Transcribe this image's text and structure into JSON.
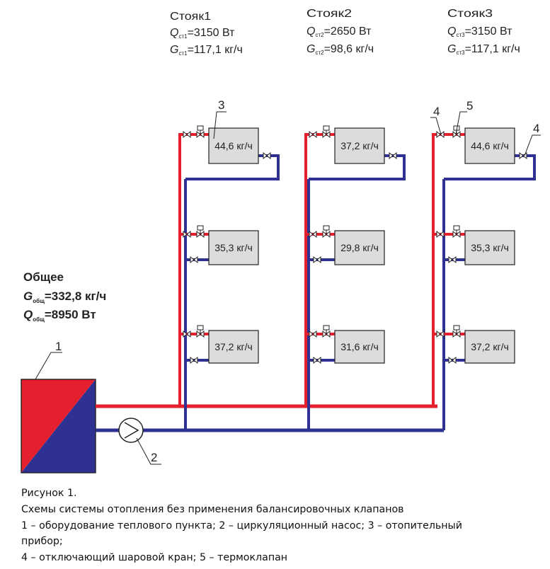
{
  "risers": [
    {
      "title": "Стояк1",
      "q_sym": "Q",
      "q_sub": "ст1",
      "q_val": "=3150 Вт",
      "g_sym": "G",
      "g_sub": "ст1",
      "g_val": "=117,1 кг/ч"
    },
    {
      "title": "Стояк2",
      "q_sym": "Q",
      "q_sub": "ст2",
      "q_val": "=2650 Вт",
      "g_sym": "G",
      "g_sub": "ст2",
      "g_val": "=98,6 кг/ч"
    },
    {
      "title": "Стояк3",
      "q_sym": "Q",
      "q_sub": "ст3",
      "q_val": "=3150 Вт",
      "g_sym": "G",
      "g_sub": "ст3",
      "g_val": "=117,1 кг/ч"
    }
  ],
  "radiators": [
    [
      "44,6 кг/ч",
      "35,3 кг/ч",
      "37,2 кг/ч"
    ],
    [
      "37,2 кг/ч",
      "29,8 кг/ч",
      "31,6 кг/ч"
    ],
    [
      "44,6 кг/ч",
      "35,3 кг/ч",
      "37,2 кг/ч"
    ]
  ],
  "total": {
    "title": "Общее",
    "g_sym": "G",
    "g_sub": "общ",
    "g_val": "=332,8 кг/ч",
    "q_sym": "Q",
    "q_sub": "общ",
    "q_val": "=8950 Вт"
  },
  "callouts": {
    "heat_unit": "1",
    "pump": "2",
    "radiator": "3",
    "valve_left": "4",
    "thermo": "5",
    "valve_right": "4"
  },
  "colors": {
    "supply": "#e5202e",
    "return": "#2e3192",
    "radiator_fill": "#dcdcdc"
  },
  "caption": {
    "line1": "Рисунок 1.",
    "line2": "Схемы системы отопления без применения балансировочных клапанов",
    "line3": "1 – оборудование теплового пункта; 2 – циркуляционный насос; 3 – отопительный",
    "line4": "прибор;",
    "line5": "4 – отключающий шаровой кран; 5 – термоклапан"
  }
}
